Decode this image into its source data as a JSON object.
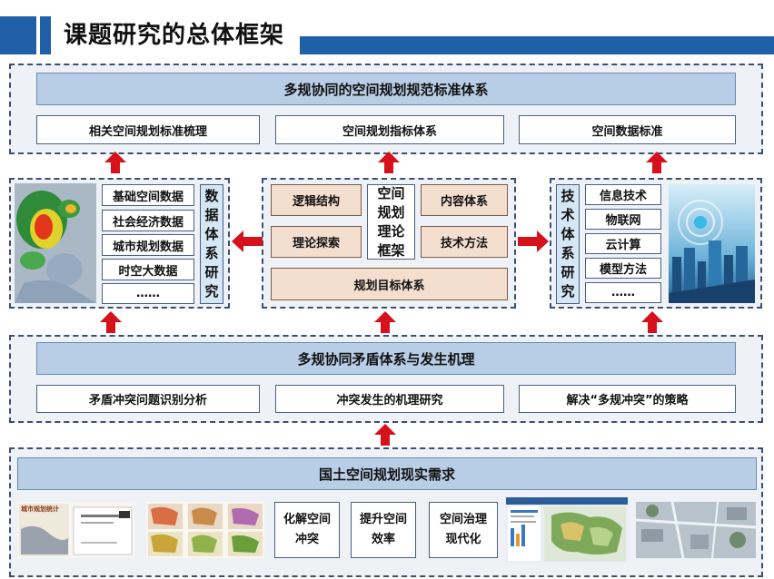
{
  "title": "课题研究的总体框架",
  "top": {
    "header": "多规协同的空间规划规范标准体系",
    "items": [
      "相关空间规划标准梳理",
      "空间规划指标体系",
      "空间数据标准"
    ]
  },
  "left": {
    "items": [
      "基础空间数据",
      "社会经济数据",
      "城市规划数据",
      "时空大数据",
      "……"
    ],
    "vertical": "数据体系研究"
  },
  "center": {
    "core": "空间规划理论框架",
    "items": [
      "逻辑结构",
      "内容体系",
      "理论探索",
      "技术方法"
    ],
    "bottom": "规划目标体系"
  },
  "right": {
    "vertical": "技术体系研究",
    "items": [
      "信息技术",
      "物联网",
      "云计算",
      "模型方法",
      "……"
    ]
  },
  "middle": {
    "header": "多规协同矛盾体系与发生机理",
    "items": [
      "矛盾冲突问题识别分析",
      "冲突发生的机理研究",
      "解决“多规冲突”的策略"
    ]
  },
  "bottom": {
    "header": "国土空间规划现实需求",
    "items": [
      "化解空间冲突",
      "提升空间效率",
      "空间治理现代化"
    ],
    "doc_title": "城市规划统计"
  },
  "colors": {
    "accent": "#1f5fa8",
    "arrow": "#d7111b",
    "header_fill": "#b8cde6",
    "beige": "#f4dfcf",
    "panel": "#eef1f5"
  }
}
